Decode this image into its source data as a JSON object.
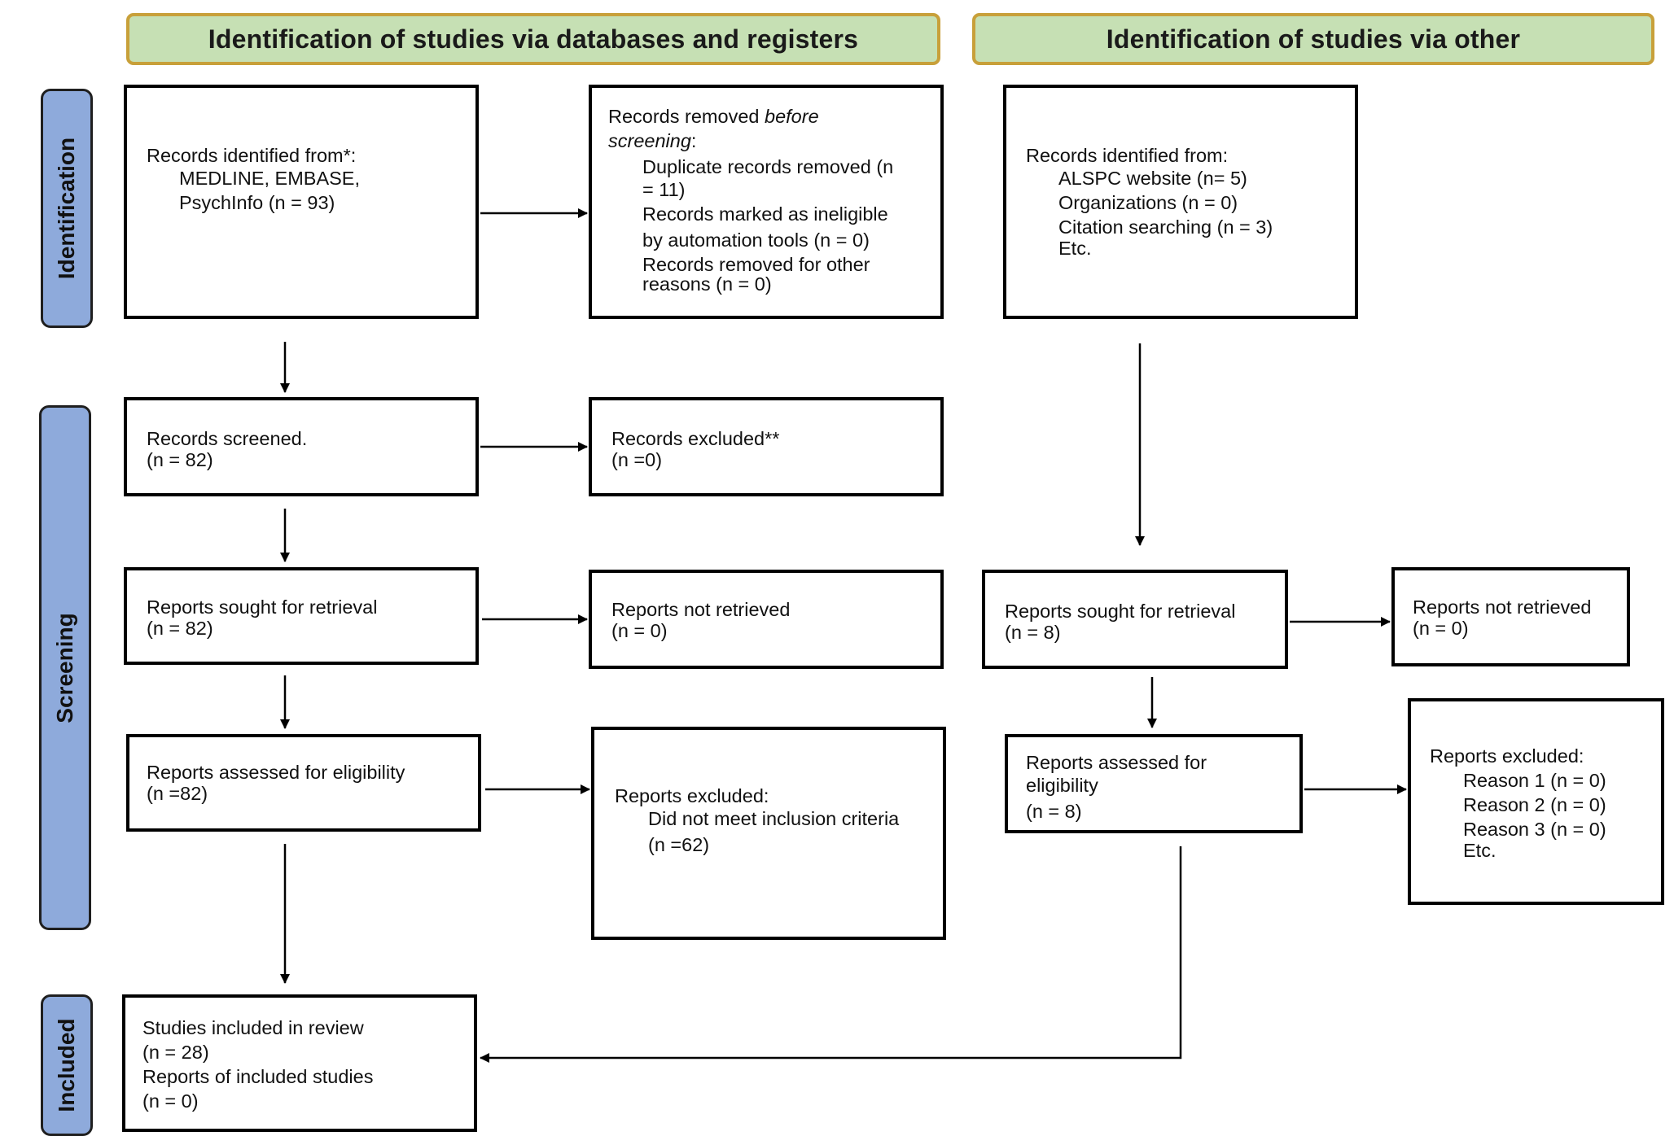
{
  "headers": {
    "databases": "Identification of studies via databases and registers",
    "other": "Identification of studies via other"
  },
  "side_labels": {
    "identification": "Identification",
    "screening": "Screening",
    "included": "Included"
  },
  "left": {
    "records_identified": {
      "line1": "Records identified from*:",
      "line2": "MEDLINE, EMBASE,",
      "line3": "PsychInfo (n = 93)"
    },
    "records_removed": {
      "line1": "Records removed ",
      "line1_italic": "before",
      "line2_italic": "screening",
      "line2_suffix": ":",
      "line3": "Duplicate records removed (n",
      "line4": "= 11)",
      "line5": "Records marked as ineligible",
      "line6": "by automation tools (n = 0)",
      "line7": "Records removed for other",
      "line8": "reasons (n = 0)"
    },
    "records_screened": {
      "line1": "Records screened.",
      "line2": "(n = 82)"
    },
    "records_excluded": {
      "line1": "Records excluded**",
      "line2": "(n =0)"
    },
    "reports_sought": {
      "line1": "Reports sought for retrieval",
      "line2": "(n = 82)"
    },
    "reports_not_retrieved": {
      "line1": "Reports not retrieved",
      "line2": "(n = 0)"
    },
    "reports_assessed": {
      "line1": "Reports assessed for eligibility",
      "line2": "(n =82)"
    },
    "reports_excluded": {
      "line1": "Reports excluded:",
      "line2": "Did not meet inclusion criteria",
      "line3": "(n =62)"
    },
    "studies_included": {
      "line1": "Studies included in review",
      "line2": "(n = 28)",
      "line3": "Reports of included studies",
      "line4": "(n = 0)"
    }
  },
  "right": {
    "records_identified": {
      "line1": "Records identified from:",
      "line2": "ALSPC website (n= 5)",
      "line3": "Organizations (n = 0)",
      "line4": "Citation searching (n = 3)",
      "line5": "Etc."
    },
    "reports_sought": {
      "line1": "Reports sought for retrieval",
      "line2": "(n = 8)"
    },
    "reports_not_retrieved": {
      "line1": "Reports not retrieved",
      "line2": "(n = 0)"
    },
    "reports_assessed": {
      "line1": "Reports assessed for",
      "line2": "eligibility",
      "line3": "(n = 8)"
    },
    "reports_excluded": {
      "line1": "Reports excluded:",
      "line2": "Reason 1 (n = 0)",
      "line3": "Reason 2 (n = 0)",
      "line4": "Reason 3 (n = 0)",
      "line5": "Etc."
    }
  },
  "colors": {
    "header_fill": "#c6e0b4",
    "header_border": "#c8a03a",
    "side_fill": "#8eaadb",
    "box_border": "#000000"
  }
}
